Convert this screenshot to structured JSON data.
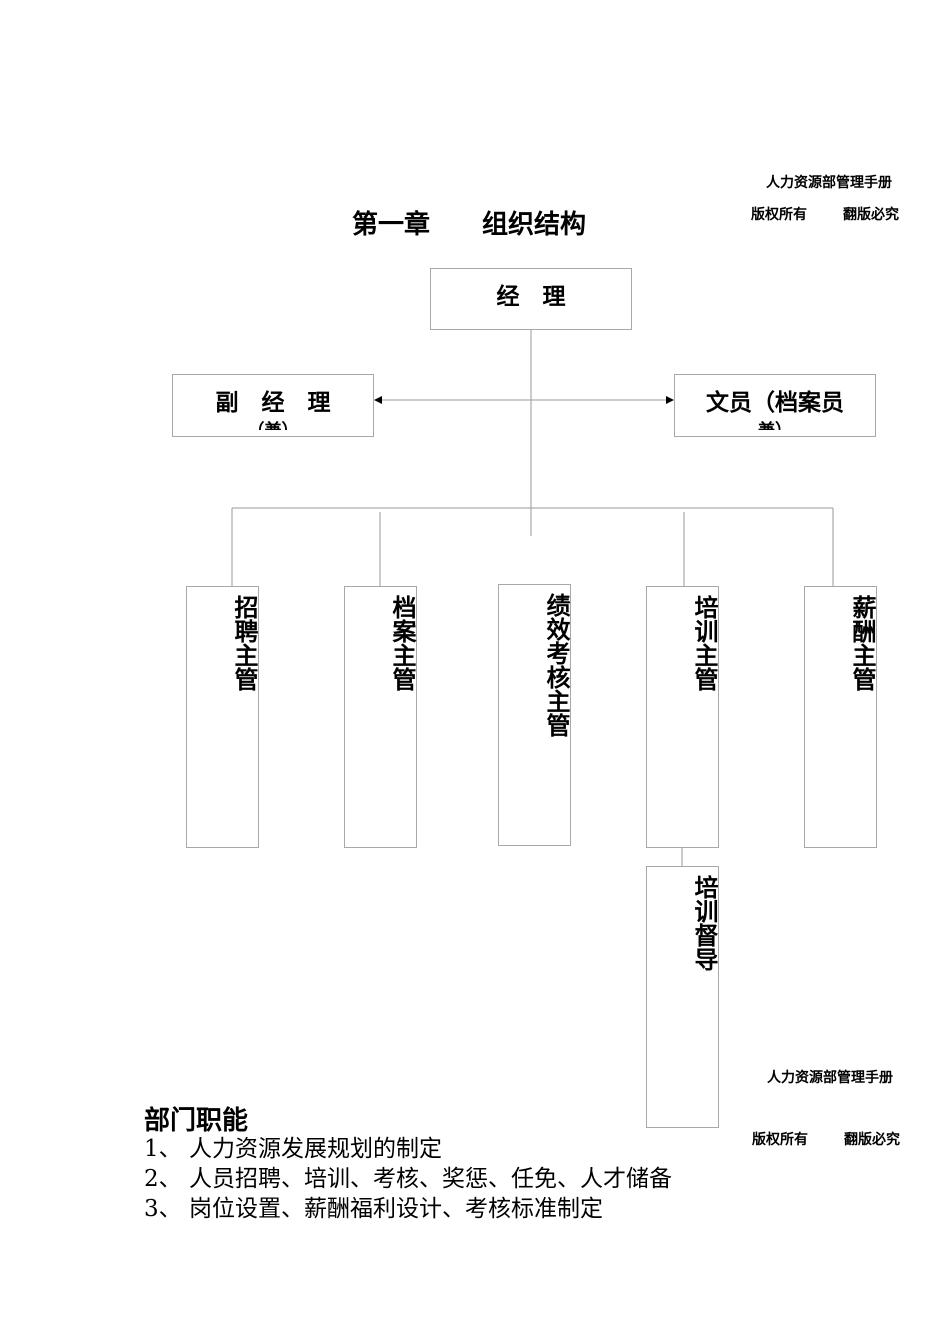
{
  "header_top": {
    "manual_title": "人力资源部管理手册",
    "copyright": "版权所有",
    "no_piracy": "翻版必究"
  },
  "chapter_title": "第一章　　组织结构",
  "org_chart": {
    "manager": {
      "title": "经　理"
    },
    "deputy_manager": {
      "title": "副　经　理",
      "sub": "（兼）"
    },
    "clerk": {
      "title": "文员（档案员",
      "sub": "兼）"
    },
    "supervisors": [
      {
        "label": "招聘主管"
      },
      {
        "label": "档案主管"
      },
      {
        "label": "绩效考核主管"
      },
      {
        "label": "培训主管"
      },
      {
        "label": "薪酬主管"
      }
    ],
    "training_supervisor_sub": {
      "label": "培训督导"
    }
  },
  "header_bottom": {
    "manual_title": "人力资源部管理手册",
    "copyright": "版权所有",
    "no_piracy": "翻版必究"
  },
  "department_functions": {
    "title": "部门职能",
    "items": [
      "1、 人力资源发展规划的制定",
      "2、 人员招聘、培训、考核、奖惩、任免、人才储备",
      "3、 岗位设置、薪酬福利设计、考核标准制定"
    ]
  }
}
